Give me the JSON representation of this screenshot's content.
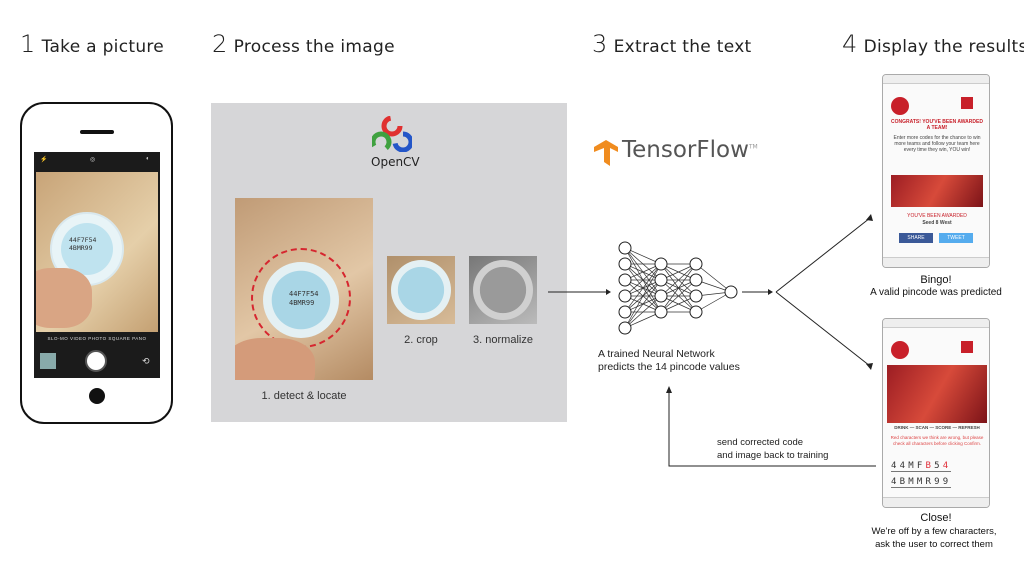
{
  "steps": [
    {
      "num": "1",
      "label": "Take a picture"
    },
    {
      "num": "2",
      "label": "Process the image"
    },
    {
      "num": "3",
      "label": "Extract the text"
    },
    {
      "num": "4",
      "label": "Display the results"
    }
  ],
  "phone": {
    "camera_modes": "SLO-MO  VIDEO  PHOTO  SQUARE  PANO",
    "cap_code": [
      "44F7F54",
      "4BMR99"
    ]
  },
  "process": {
    "logo_text": "OpenCV",
    "captions": {
      "detect": "1. detect & locate",
      "crop": "2. crop",
      "normalize": "3. normalize"
    }
  },
  "extract": {
    "logo_text": "TensorFlow",
    "logo_tm": "TM",
    "nn_caption": [
      "A trained Neural Network",
      "predicts the 14 pincode values"
    ],
    "feedback": [
      "send corrected code",
      "and image back to training"
    ]
  },
  "results": {
    "success": {
      "title": "Bingo!",
      "subtitle": "A valid pincode was predicted",
      "screen": {
        "headline": "CONGRATS! YOU'VE BEEN AWARDED A TEAM!",
        "body": "Enter more codes for the chance to win more teams and follow your team here every time they win, YOU win!",
        "awarded": "YOU'VE BEEN AWARDED",
        "team": "Seed 8 West",
        "share": "SHARE",
        "tweet": "TWEET"
      }
    },
    "close": {
      "title": "Close!",
      "subtitle": [
        "We're off by a few characters,",
        "ask the user to correct them"
      ],
      "screen": {
        "slogan": "DRINK — SCAN — SCORE — REFRESH",
        "warning": "Red characters we think are wrong, but please check all characters before clicking Confirm.",
        "pin_row1": [
          "4",
          "4",
          "M",
          "F",
          "B",
          "5",
          "4"
        ],
        "pin_row2": [
          "4",
          "B",
          "M",
          "M",
          "R",
          "9",
          "9"
        ],
        "flagged": [
          4,
          6
        ]
      }
    }
  },
  "colors": {
    "accent_red": "#d6262f",
    "tf_orange": "#f08c1f",
    "panel_gray": "#d6d6d8",
    "share_blue": "#3b5998",
    "tweet_blue": "#55acee"
  }
}
